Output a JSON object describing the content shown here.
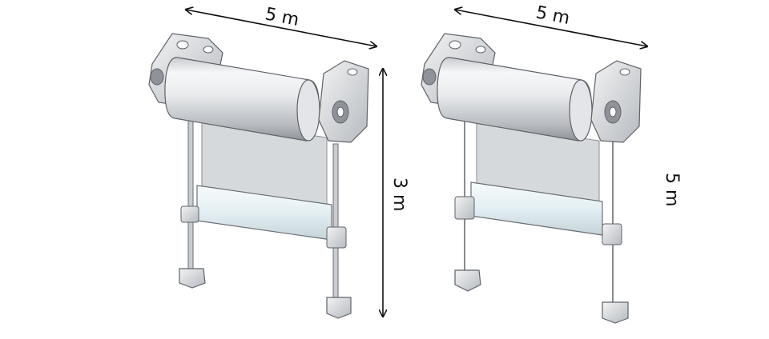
{
  "labels": {
    "left_width": "5 m",
    "left_height": "3 m",
    "right_width": "5 m",
    "right_height": "5 m"
  },
  "colors": {
    "metal_light": "#f4f5f6",
    "metal_mid": "#d5d8dc",
    "metal_dark": "#9a9ea4",
    "outline": "#6a6e74",
    "fabric": "#d9dcdd",
    "bottom_bar": "#e6f1f4",
    "arrow": "#111111"
  },
  "icons": {
    "left_unit": "roller-blind-with-guide-rods",
    "right_unit": "roller-blind-with-guide-cables"
  }
}
